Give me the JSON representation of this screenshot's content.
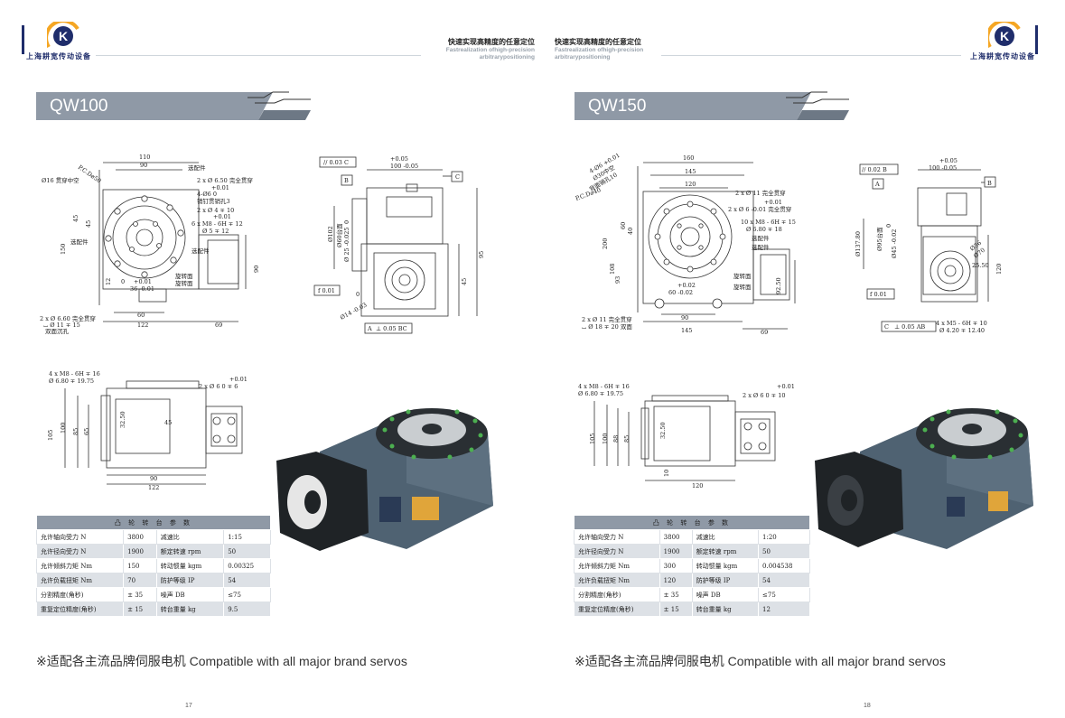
{
  "header": {
    "company": "上海耕宽传动设备",
    "slogan_cn": "快速实现高精度的任意定位",
    "slogan_en_1": "Fastrealization ofhigh-precision",
    "slogan_en_2": "arbitrarypositioning",
    "logo_letter": "K",
    "colors": {
      "brand_blue": "#1f2d6b",
      "brand_orange": "#f5a623",
      "title_bar": "#8f99a6"
    }
  },
  "left": {
    "title": "QW100",
    "front": {
      "labels": [
        "110",
        "90",
        "选配件",
        "2 x Ø 6.50 完全贯穿",
        "+0.01",
        "4-Ø6  0",
        "销钉贯销孔3",
        "2 x Ø 4 ∓ 10",
        "+0.01",
        "6 x M8 - 6H ∓ 12",
        "Ø 5 ∓ 12",
        "Ø16 贯穿中空",
        "P.C.D⌀50",
        "45",
        "45",
        "150",
        "选配件",
        "选配件",
        "旋转面",
        "旋转面",
        "+0.01",
        "36 -0.01",
        "60",
        "122",
        "69",
        "90",
        "12",
        "2 x Ø 6.60 完全贯穿",
        "⌴ Ø 11 ∓ 15",
        "双面沉孔",
        "0"
      ]
    },
    "side": {
      "labels": [
        "// 0.03 C",
        "B",
        "+0.05",
        "100 -0.05",
        "C",
        "Ø102",
        "Ø60台面",
        "0",
        "Ø 25 -0.025",
        "0",
        "Ø14 -0.03",
        "f 0.01",
        "45",
        "95",
        "A",
        "⊥ 0.05 BC"
      ]
    },
    "bottom": {
      "labels": [
        "4 x M8 - 6H ∓ 16",
        "Ø 6.80 ∓ 19.75",
        "+0.01",
        "2 x Ø 6  0 ∓ 6",
        "105",
        "100",
        "85",
        "65",
        "32.50",
        "45",
        "90",
        "122"
      ]
    },
    "spec": {
      "header": "凸 轮 转 台 参 数",
      "rows": [
        [
          "允许轴向受力 N",
          "3800",
          "减速比",
          "1:15"
        ],
        [
          "允许径向受力 N",
          "1900",
          "额定转速 rpm",
          "50"
        ],
        [
          "允许倾斜力矩 Nm",
          "150",
          "转动惯量 kgm",
          "0.00325"
        ],
        [
          "允许负载扭矩 Nm",
          "70",
          "防护等级 IP",
          "54"
        ],
        [
          "分割精度(角秒)",
          "± 35",
          "噪声 DB",
          "≤75"
        ],
        [
          "重复定位精度(角秒)",
          "± 15",
          "转台重量 kg",
          "9.5"
        ]
      ]
    },
    "note": "※适配各主流品牌伺服电机 Compatible with all major brand servos"
  },
  "right": {
    "title": "QW150",
    "front": {
      "labels": [
        "160",
        "145",
        "120",
        "4-Ø6 +0.01",
        "Ø30中空",
        "背面销孔10",
        "P.C.D⌀40",
        "2 x Ø 11 完全贯穿",
        "+0.01",
        "2 x Ø 6 -0.01 完全贯穿",
        "10 x M8 - 6H ∓ 15",
        "Ø 6.80 ∓ 18",
        "选配件",
        "选配件",
        "200",
        "93",
        "108",
        "60",
        "40",
        "旋转面",
        "旋转面",
        "+0.02",
        "60 -0.02",
        "92.50",
        "90",
        "145",
        "69",
        "2 x Ø 11 完全贯穿",
        "⌴ Ø 18 ∓ 20 双面"
      ]
    },
    "side": {
      "labels": [
        "// 0.02 B",
        "A",
        "+0.05",
        "100 -0.05",
        "B",
        "Ø137.80",
        "Ø95台面",
        "0",
        "Ø45 -0.02",
        "Ø36",
        "Ø70",
        "25.50",
        "120",
        "f 0.01",
        "C",
        "⊥ 0.05 AB",
        "4 x M5 - 6H ∓ 10",
        "Ø 4.20 ∓ 12.40"
      ]
    },
    "bottom": {
      "labels": [
        "4 x M8 - 6H ∓ 16",
        "Ø 6.80 ∓ 19.75",
        "+0.01",
        "2 x Ø 6  0 ∓ 10",
        "105",
        "100",
        "88",
        "85",
        "32.50",
        "10",
        "120"
      ]
    },
    "spec": {
      "header": "凸 轮 转 台 参 数",
      "rows": [
        [
          "允许轴向受力 N",
          "3800",
          "减速比",
          "1:20"
        ],
        [
          "允许径向受力 N",
          "1900",
          "额定转速 rpm",
          "50"
        ],
        [
          "允许倾斜力矩 Nm",
          "300",
          "转动惯量 kgm",
          "0.004538"
        ],
        [
          "允许负载扭矩 Nm",
          "120",
          "防护等级 IP",
          "54"
        ],
        [
          "分割精度(角秒)",
          "± 35",
          "噪声 DB",
          "≤75"
        ],
        [
          "重复定位精度(角秒)",
          "± 15",
          "转台重量 kg",
          "12"
        ]
      ]
    },
    "note": "※适配各主流品牌伺服电机 Compatible with all major brand servos"
  },
  "footer": {
    "left_page": "17",
    "right_page": "18"
  }
}
